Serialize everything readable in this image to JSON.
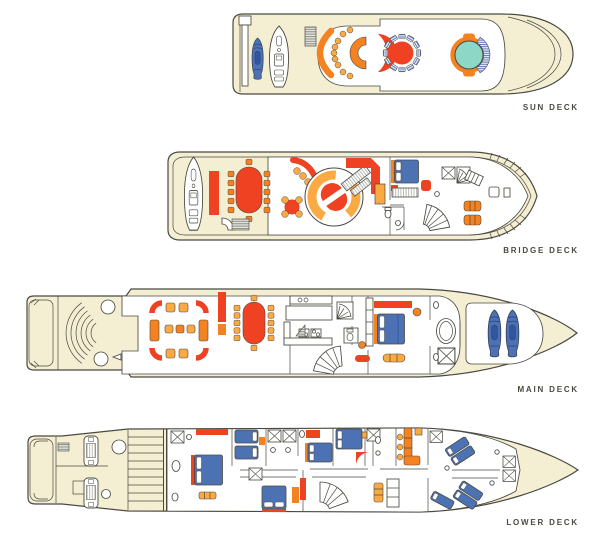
{
  "title": "Motor yacht general arrangement deck plans",
  "palette": {
    "cream": "#f4eed3",
    "outline": "#4a4941",
    "orange": "#f58220",
    "light-orange": "#fbaa43",
    "red-orange": "#ee4223",
    "blue": "#4d72b4",
    "blue-dark": "#2c4f97",
    "teal": "#8cd7c5",
    "stripe-gray": "#90908a",
    "label": "#4b4a42"
  },
  "decks": [
    {
      "id": "sun-deck",
      "label": "SUN DECK",
      "features": [
        "crane-mast",
        "jet-ski",
        "tender-boat",
        "deck-hatch",
        "bar-bench",
        "bar-stools",
        "bar-counter",
        "round-dining-table",
        "deck-chairs",
        "jacuzzi",
        "sun-pads",
        "bow-tiers"
      ]
    },
    {
      "id": "bridge-deck",
      "label": "BRIDGE DECK",
      "features": [
        "tender-boat",
        "sun-pad",
        "al-fresco-dining-table",
        "aft-stairs",
        "sky-lounge-bench",
        "game-table",
        "circular-lounge",
        "diagonal-bar",
        "captain-bed",
        "helm-console",
        "wardrobe",
        "spiral-stairs",
        "chart-table",
        "settees",
        "bathroom",
        "curved-staircase",
        "helm-seat",
        "windshield"
      ]
    },
    {
      "id": "main-deck",
      "label": "MAIN DECK",
      "features": [
        "swim-platform",
        "stern-staircase",
        "aft-deck-tables",
        "boat-hook",
        "salon-seating",
        "sideboard",
        "dining-table",
        "galley",
        "pantry-stairs",
        "spiral-stairs",
        "day-head",
        "master-cabinet",
        "master-bed",
        "master-bench",
        "bathtub",
        "shower",
        "jet-skis",
        "foredeck-pad"
      ]
    },
    {
      "id": "lower-deck",
      "label": "LOWER DECK",
      "features": [
        "transom-garage",
        "deck-hatch",
        "engines",
        "generator",
        "engine-room-floor",
        "guest-cabin-aft",
        "twin-cabin",
        "guest-bathrooms",
        "vip-cabin",
        "double-cabins",
        "corridor",
        "spiral-stairs",
        "crew-mess",
        "crew-bunks",
        "crew-bathrooms",
        "bow-tip"
      ]
    }
  ]
}
